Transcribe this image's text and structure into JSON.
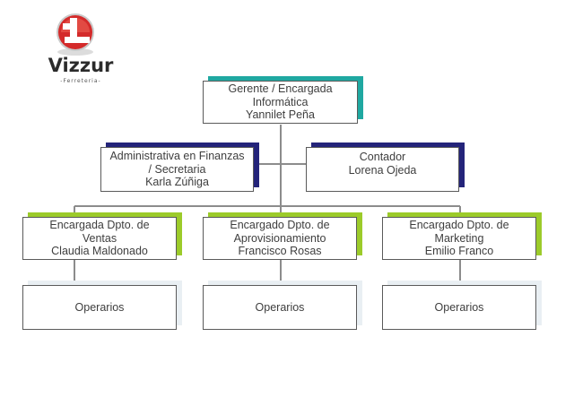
{
  "logo": {
    "name": "Vizzur",
    "subtitle": "-Ferreteria-",
    "accent": "#d42a2a"
  },
  "colors": {
    "top": "#1fa8a1",
    "staff": "#24247a",
    "departments": "#9ccb2a",
    "operators": "#e9eff3",
    "connector": "#8c8c8c"
  },
  "chart": {
    "top": {
      "line1": "Gerente / Encargada",
      "line2": "Informática",
      "line3": "Yannilet Peña"
    },
    "staff": [
      {
        "line1": "Administrativa en Finanzas",
        "line2": "/ Secretaria",
        "line3": "Karla Zúñiga"
      },
      {
        "line1": "Contador",
        "line2": "Lorena Ojeda",
        "line3": ""
      }
    ],
    "departments": [
      {
        "line1": "Encargada Dpto. de",
        "line2": "Ventas",
        "line3": "Claudia Maldonado"
      },
      {
        "line1": "Encargado Dpto. de",
        "line2": "Aprovisionamiento",
        "line3": "Francisco Rosas"
      },
      {
        "line1": "Encargado Dpto. de",
        "line2": "Marketing",
        "line3": "Emilio Franco"
      }
    ],
    "operators": [
      {
        "label": "Operarios"
      },
      {
        "label": "Operarios"
      },
      {
        "label": "Operarios"
      }
    ]
  }
}
